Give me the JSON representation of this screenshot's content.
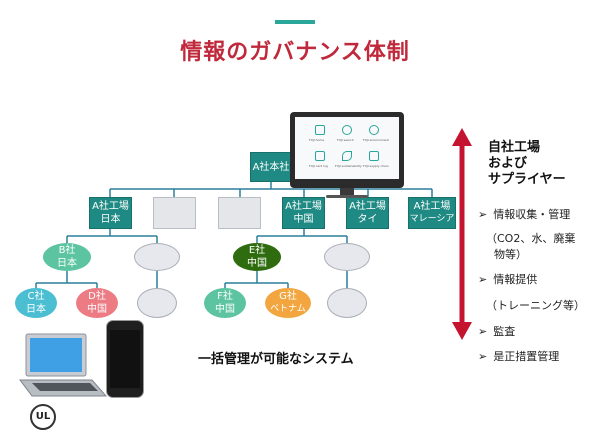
{
  "header": {
    "title": "情報のガバナンス体制"
  },
  "org": {
    "root": {
      "line1": "A社本社"
    },
    "level2": [
      {
        "line1": "A社工場",
        "line2": "日本"
      },
      {
        "line1": "",
        "line2": ""
      },
      {
        "line1": "",
        "line2": ""
      },
      {
        "line1": "A社工場",
        "line2": "中国"
      },
      {
        "line1": "A社工場",
        "line2": "タイ"
      },
      {
        "line1": "A社工場",
        "line2": "マレーシア"
      }
    ],
    "level3": [
      {
        "line1": "B社",
        "line2": "日本"
      },
      {
        "line1": "",
        "line2": ""
      },
      {
        "line1": "E社",
        "line2": "中国"
      },
      {
        "line1": "",
        "line2": ""
      }
    ],
    "level4": [
      {
        "line1": "C社",
        "line2": "日本"
      },
      {
        "line1": "D社",
        "line2": "中国"
      },
      {
        "line1": "",
        "line2": ""
      },
      {
        "line1": "F社",
        "line2": "中国"
      },
      {
        "line1": "G社",
        "line2": "ベトナム"
      },
      {
        "line1": "",
        "line2": ""
      }
    ]
  },
  "monitor_screen": {
    "labels": [
      "FUJI home",
      "FUJI search",
      "FUJI environment",
      "FUJI card log",
      "FUJI sustainability",
      "FUJI supply chain"
    ]
  },
  "right_panel": {
    "heading_lines": [
      "自社工場",
      "および",
      "サプライヤー"
    ],
    "items": [
      {
        "bullet": "➢",
        "text": "情報収集・管理"
      },
      {
        "bullet": "",
        "text": "（CO2、水、廃棄"
      },
      {
        "bullet": "",
        "text": "物等）"
      },
      {
        "bullet": "➢",
        "text": "情報提供"
      },
      {
        "bullet": "",
        "text": "（トレーニング等）"
      },
      {
        "bullet": "➢",
        "text": "監査"
      },
      {
        "bullet": "➢",
        "text": "是正措置管理"
      }
    ]
  },
  "caption": "一括管理が可能なシステム",
  "logo_text": "UL",
  "colors": {
    "teal": "#1f8a83",
    "teal_accent": "#2aa79b",
    "title_red": "#c0283b",
    "arrow_red": "#c4142f",
    "oval_green_dark": "#2e6c0f",
    "oval_green_light": "#5cc4a0",
    "oval_pink": "#ec7b84",
    "oval_orange": "#f3a640",
    "oval_teal": "#4bbfd1"
  }
}
